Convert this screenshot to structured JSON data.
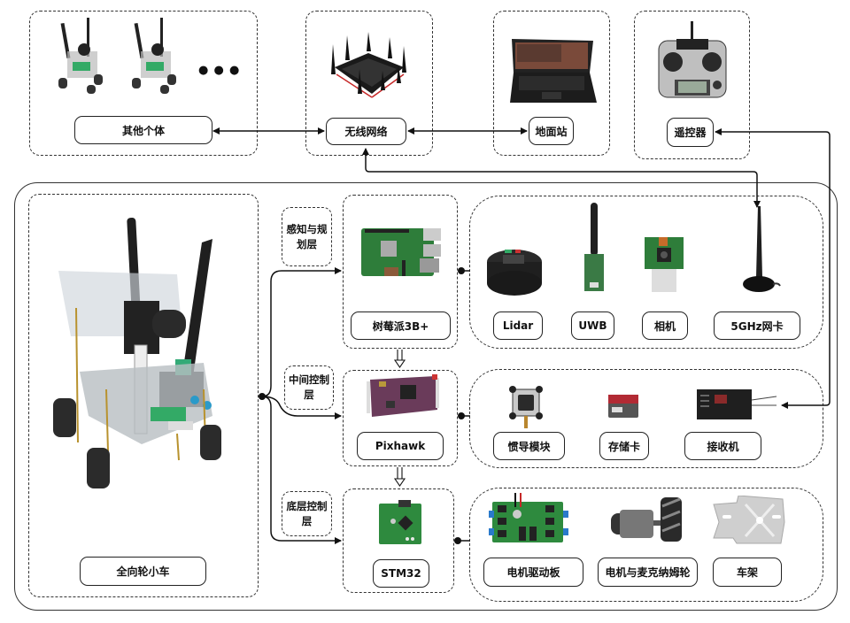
{
  "top_row": {
    "others": {
      "label": "其他个体",
      "ellipsis": "● ● ●"
    },
    "wireless": {
      "label": "无线网络"
    },
    "ground_station": {
      "label": "地面站"
    },
    "remote": {
      "label": "遥控器"
    }
  },
  "vehicle": {
    "label": "全向轮小车"
  },
  "layers": [
    {
      "id": "perception",
      "label": "感知与规划层",
      "line1": "感知与规",
      "line2": "划层",
      "controller": "树莓派3B+",
      "devices": [
        "Lidar",
        "UWB",
        "相机",
        "5GHz网卡"
      ]
    },
    {
      "id": "middle",
      "label": "中间控制层",
      "line1": "中间控制",
      "line2": "层",
      "controller": "Pixhawk",
      "devices": [
        "惯导模块",
        "存储卡",
        "接收机"
      ]
    },
    {
      "id": "bottom",
      "label": "底层控制层",
      "line1": "底层控制",
      "line2": "层",
      "controller": "STM32",
      "devices": [
        "电机驱动板",
        "电机与麦克纳姆轮",
        "车架"
      ]
    }
  ],
  "colors": {
    "line": "#111111",
    "dash": "#333333",
    "pcb": "#2e7d3a",
    "accent_red": "#c62828"
  }
}
